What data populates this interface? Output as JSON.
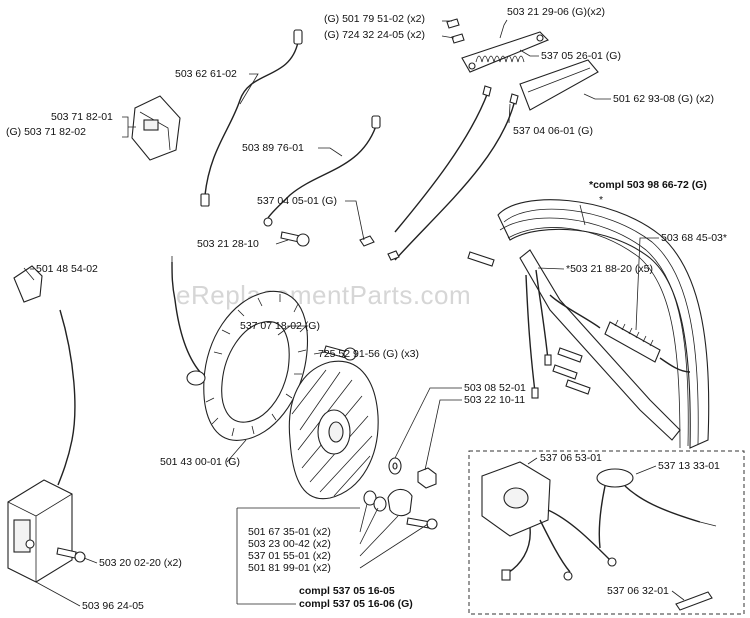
{
  "watermark": "eReplacementParts.com",
  "labels": [
    {
      "id": "l01",
      "text": "(G) 501 79 51-02 (x2)",
      "bold": false
    },
    {
      "id": "l02",
      "text": "(G) 724 32 24-05 (x2)",
      "bold": false
    },
    {
      "id": "l03",
      "text": "503 21 29-06 (G)(x2)",
      "bold": false
    },
    {
      "id": "l04",
      "text": "537 05 26-01 (G)",
      "bold": false
    },
    {
      "id": "l05",
      "text": "501 62 93-08 (G) (x2)",
      "bold": false
    },
    {
      "id": "l06",
      "text": "537 04 06-01 (G)",
      "bold": false
    },
    {
      "id": "l07",
      "text": "503 62 61-02",
      "bold": false
    },
    {
      "id": "l08",
      "text": "503 71 82-01",
      "bold": false
    },
    {
      "id": "l09",
      "text": "(G) 503 71 82-02",
      "bold": false
    },
    {
      "id": "l10",
      "text": "503 89 76-01",
      "bold": false
    },
    {
      "id": "l11",
      "text": "537 04 05-01 (G)",
      "bold": false
    },
    {
      "id": "l12",
      "text": "503 21 28-10",
      "bold": false
    },
    {
      "id": "l13",
      "text": "*compl 503 98 66-72 (G)",
      "bold": true
    },
    {
      "id": "l14",
      "text": "*",
      "bold": false
    },
    {
      "id": "l15",
      "text": "503 68 45-03*",
      "bold": false
    },
    {
      "id": "l16",
      "text": "501 48 54-02",
      "bold": false
    },
    {
      "id": "l17",
      "text": "*503 21 88-20 (x5)",
      "bold": false
    },
    {
      "id": "l18",
      "text": "537 07 18-02 (G)",
      "bold": false
    },
    {
      "id": "l19",
      "text": "725 52 91-56 (G) (x3)",
      "bold": false
    },
    {
      "id": "l20",
      "text": "503 08 52-01",
      "bold": false
    },
    {
      "id": "l21",
      "text": "503 22 10-11",
      "bold": false
    },
    {
      "id": "l22",
      "text": "501 43 00-01 (G)",
      "bold": false
    },
    {
      "id": "l23",
      "text": "537 06 53-01",
      "bold": false
    },
    {
      "id": "l24",
      "text": "537 13 33-01",
      "bold": false
    },
    {
      "id": "l25",
      "text": "501 67 35-01 (x2)",
      "bold": false
    },
    {
      "id": "l26",
      "text": "503 23 00-42 (x2)",
      "bold": false
    },
    {
      "id": "l27",
      "text": "537 01 55-01 (x2)",
      "bold": false
    },
    {
      "id": "l28",
      "text": "501 81 99-01 (x2)",
      "bold": false
    },
    {
      "id": "l29",
      "text": "503 20 02-20 (x2)",
      "bold": false
    },
    {
      "id": "l30",
      "text": "compl 537 05 16-05",
      "bold": true
    },
    {
      "id": "l31",
      "text": "compl 537 05 16-06 (G)",
      "bold": true
    },
    {
      "id": "l32",
      "text": "503 96 24-05",
      "bold": false
    },
    {
      "id": "l33",
      "text": "537 06 32-01",
      "bold": false
    }
  ]
}
